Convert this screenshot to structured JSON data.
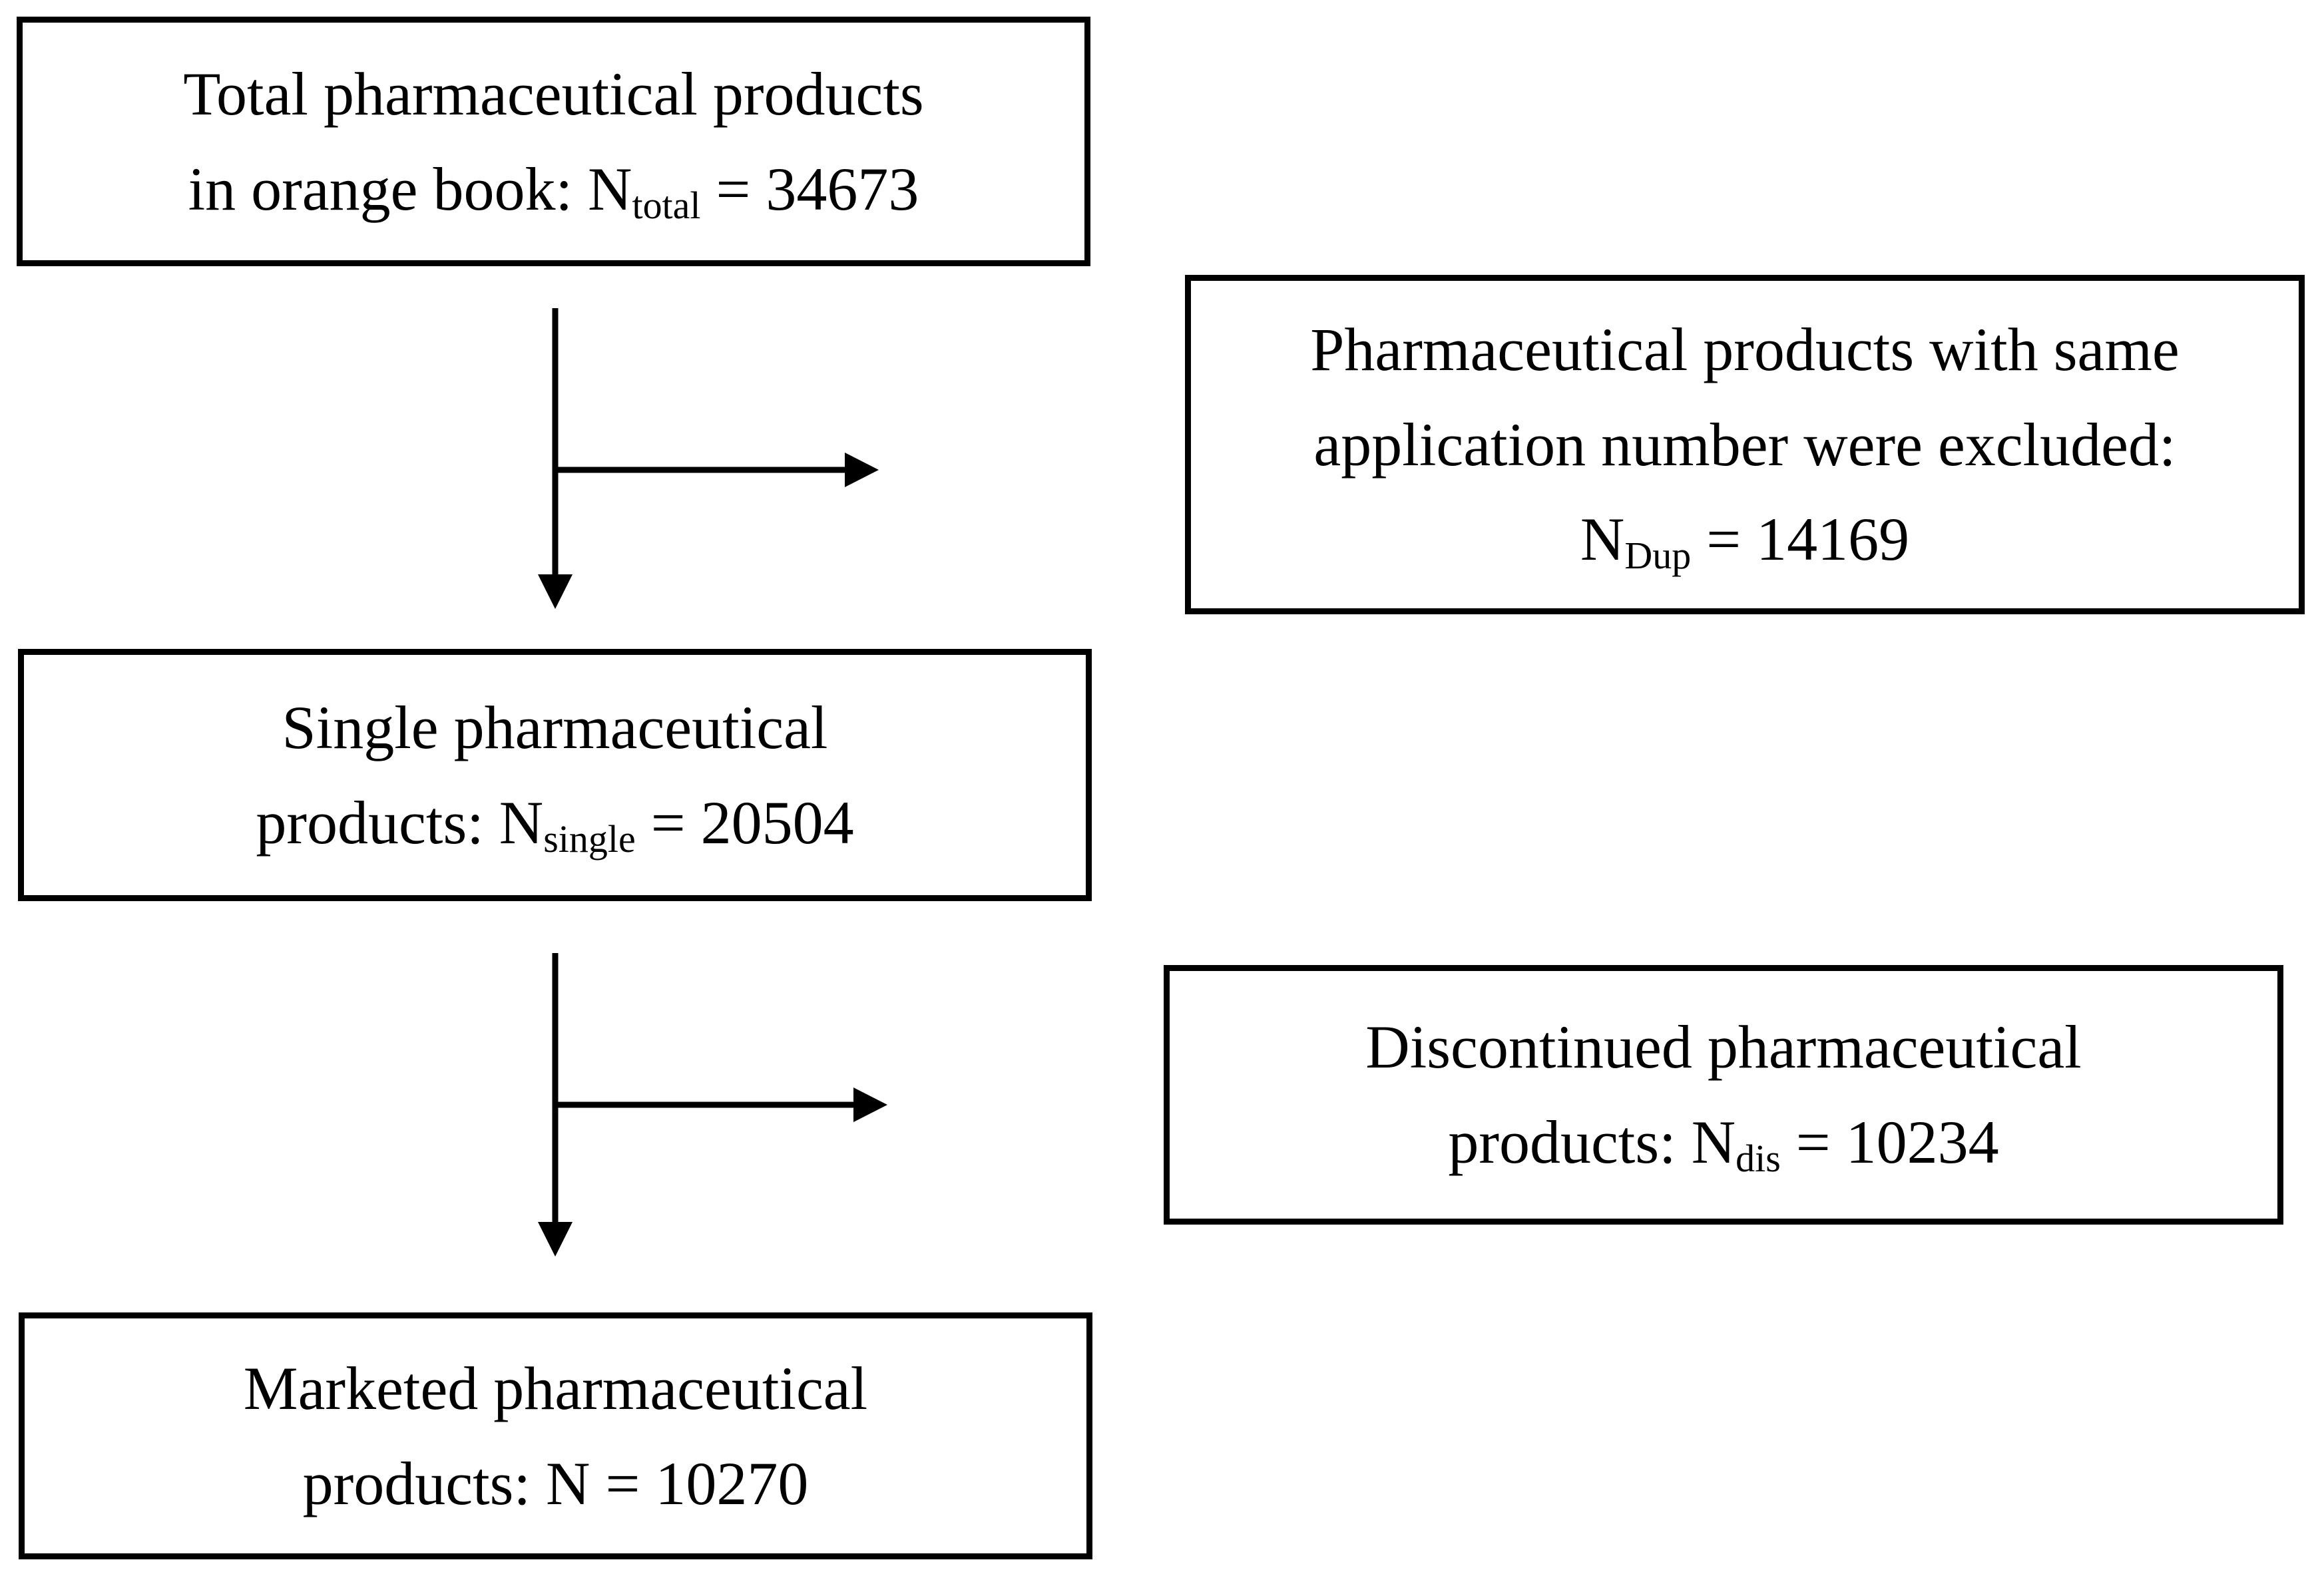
{
  "figure": {
    "type": "flowchart",
    "background_color": "#ffffff",
    "line_color": "#000000"
  },
  "boxes": {
    "total": {
      "line1": "Total pharmaceutical products",
      "line2_prefix": "in orange book: N",
      "line2_sub": "total",
      "line2_suffix": " = 34673"
    },
    "dup": {
      "line1": "Pharmaceutical products with same",
      "line2": "application number were excluded:",
      "line3_prefix": "N",
      "line3_sub": "Dup",
      "line3_suffix": " = 14169"
    },
    "single": {
      "line1": "Single pharmaceutical",
      "line2_prefix": "products: N",
      "line2_sub": "single",
      "line2_suffix": " = 20504"
    },
    "dis": {
      "line1": "Discontinued pharmaceutical",
      "line2_prefix": "products: N",
      "line2_sub": "dis",
      "line2_suffix": " = 10234"
    },
    "marketed": {
      "line1": "Marketed pharmaceutical",
      "line2_prefix": "products: N = 10270",
      "line2_sub": "",
      "line2_suffix": ""
    }
  }
}
